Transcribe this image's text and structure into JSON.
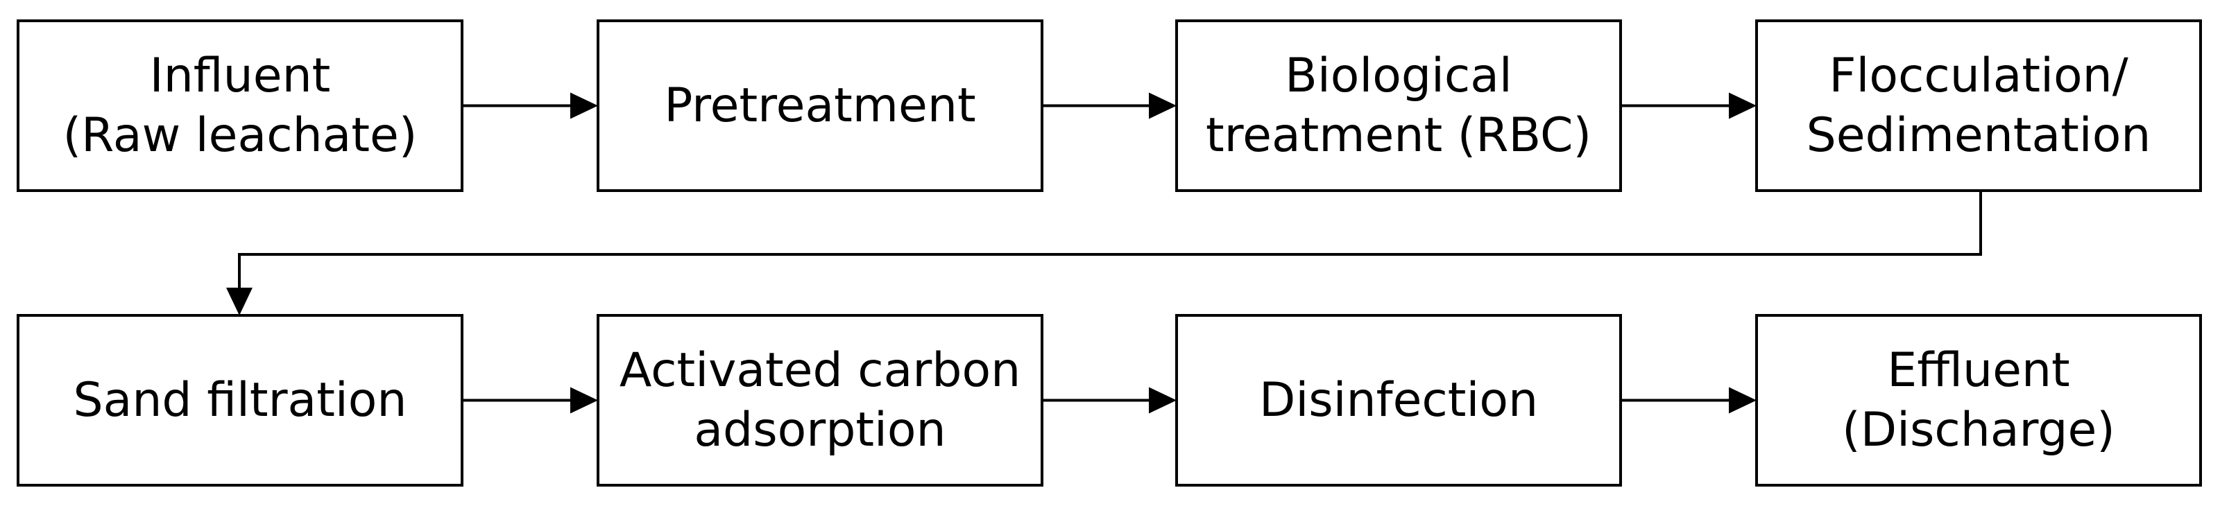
{
  "diagram": {
    "type": "process-flowchart",
    "colors": {
      "box_fill": "#ffffff",
      "stroke": "#000000",
      "text": "#000000"
    },
    "nodes": [
      {
        "id": "influent",
        "lines": [
          "Influent",
          "(Raw leachate)"
        ]
      },
      {
        "id": "pretreatment",
        "lines": [
          "Pretreatment"
        ]
      },
      {
        "id": "biological-treatment",
        "lines": [
          "Biological",
          "treatment (RBC)"
        ]
      },
      {
        "id": "flocculation-sedimentation",
        "lines": [
          "Flocculation/",
          "Sedimentation"
        ]
      },
      {
        "id": "sand-filtration",
        "lines": [
          "Sand filtration"
        ]
      },
      {
        "id": "activated-carbon-adsorption",
        "lines": [
          "Activated carbon",
          "adsorption"
        ]
      },
      {
        "id": "disinfection",
        "lines": [
          "Disinfection"
        ]
      },
      {
        "id": "effluent",
        "lines": [
          "Effluent",
          "(Discharge)"
        ]
      }
    ],
    "edges": [
      {
        "from": "influent",
        "to": "pretreatment"
      },
      {
        "from": "pretreatment",
        "to": "biological-treatment"
      },
      {
        "from": "biological-treatment",
        "to": "flocculation-sedimentation"
      },
      {
        "from": "flocculation-sedimentation",
        "to": "sand-filtration"
      },
      {
        "from": "sand-filtration",
        "to": "activated-carbon-adsorption"
      },
      {
        "from": "activated-carbon-adsorption",
        "to": "disinfection"
      },
      {
        "from": "disinfection",
        "to": "effluent"
      }
    ]
  }
}
